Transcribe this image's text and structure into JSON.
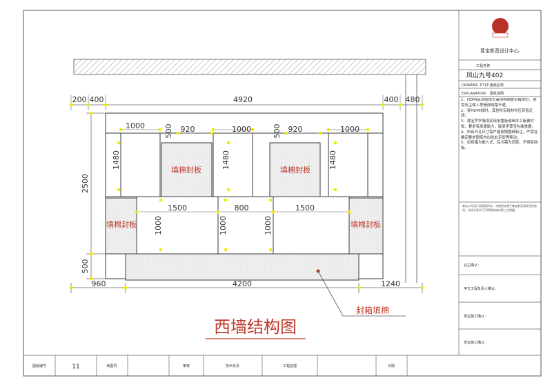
{
  "drawing": {
    "title": "西墙结构图",
    "callout": "封箱填棉"
  },
  "dimensions": {
    "top": [
      "200",
      "400",
      "4920",
      "400",
      "480"
    ],
    "row1": [
      "1000",
      "500",
      "920",
      "1000",
      "500",
      "920",
      "1000"
    ],
    "row1_heights": [
      "1480",
      "1480"
    ],
    "row2": [
      "1500",
      "800",
      "1500"
    ],
    "row2_heights": [
      "1000",
      "1000",
      "1000"
    ],
    "left_heights": [
      "2500",
      "500"
    ],
    "bottom": [
      "960",
      "4200",
      "1240"
    ]
  },
  "panels": {
    "upper_left": "填棉封板",
    "upper_right": "填棉封板",
    "side_left": "填棉封板",
    "side_right": "填棉封板"
  },
  "title_block": {
    "company": "尊宝影音设计中心",
    "project_label": "工程名称",
    "project_name": "凤山九号402",
    "drawing_title_label": "DRAWING TITLE",
    "drawing_title_label_cn": "图纸名称",
    "explanation_label": "EXPLANATION",
    "explanation_label_cn": "图纸说明",
    "notes": [
      "1、HDMI高清线线头需用热缩胶带缠绕好，避免灰尘侵入等造成线路不通；",
      "2、穿HDMI线时，其他所有线材均应穿管走线；",
      "3、尊宝声学墙须采用承重板或细木工板做衬板，要求有承重能力，能承担尊宝包装重量；",
      "4、所有开孔尺寸需严格按照图纸标注，严禁在确定要求图纸内出线处走管等移动；",
      "5、如有箱为嵌入式，后方需为空腔，不得有挡板。"
    ],
    "copyright": "尊宝公司设计部版权所有，本图纸仅限于尊宝影音相关项目使用，未经书面许可不得复制或向第三方透露。",
    "sign_rows": [
      "业主确认：",
      "甲方工程负责人确认：",
      "尊宝施工确认：",
      "尊宝施工确认："
    ]
  },
  "bottom_bar": {
    "sheet_no_label": "图纸编号",
    "sheet_no": "11",
    "drawn_label": "绘图员",
    "check_label": "审核",
    "tech_label": "技术负责",
    "engineer_label": "工程监理",
    "date_label": "日期"
  },
  "colors": {
    "line": "#3a3a3a",
    "dim_marker": "#f2ea00",
    "panel_label": "#c0392b",
    "title_text": "#c0392b",
    "fill_stipple": "#ececec"
  }
}
